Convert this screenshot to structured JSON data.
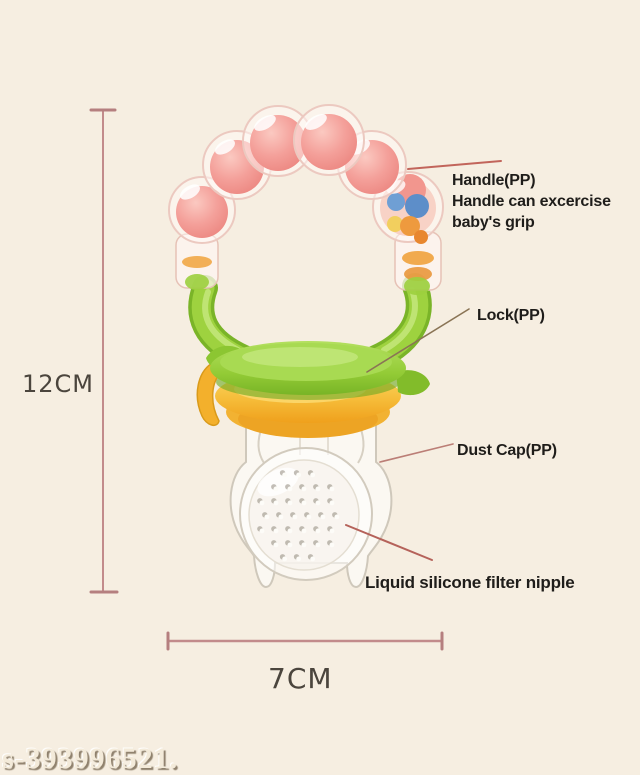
{
  "annotations": {
    "handle": {
      "title": "Handle(PP)",
      "desc_line1": "Handle can excercise",
      "desc_line2": "baby's grip"
    },
    "lock": {
      "label": "Lock(PP)"
    },
    "dust_cap": {
      "label": "Dust Cap(PP)"
    },
    "nipple": {
      "label": "Liquid silicone filter nipple"
    }
  },
  "dimensions": {
    "height_label": "12CM",
    "width_label": "7CM"
  },
  "watermark": "s-393996521.",
  "colors": {
    "background": "#f6eee1",
    "rattle_ball_pink": "#f09089",
    "ball_shell": "#ecc9c0",
    "grip_green": "#9ed23f",
    "grip_green_dark": "#7ab428",
    "dust_cap_yellow": "#f6c544",
    "dust_cap_orange": "#f0a61e",
    "body_transparent": "#f9f6f1",
    "body_outline": "#cfc8bb",
    "bead_blue": "#5d8ec9",
    "bead_orange": "#ee9a3e",
    "bead_yellow": "#f2cf5e",
    "dimension_line": "#c28b8b",
    "leader_line": "#b5625a",
    "label_text": "#1f1d1a",
    "dim_text": "#4b453d"
  }
}
